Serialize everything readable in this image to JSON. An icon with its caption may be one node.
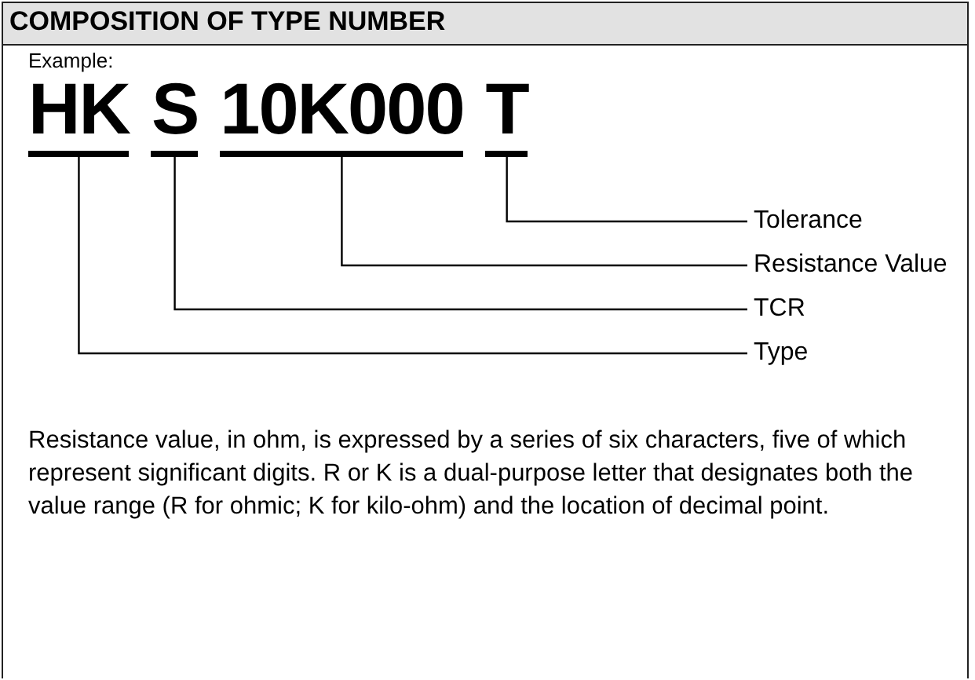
{
  "diagram": {
    "title": "COMPOSITION OF TYPE NUMBER",
    "nodes": [
      {
        "text": [
          "HK"
        ]
      },
      {
        "text": [
          "S"
        ]
      },
      {
        "text": [
          "10K000"
        ]
      },
      {
        "text": [
          "T"
        ]
      },
      {
        "text": [
          "Tolerance"
        ]
      },
      {
        "text": [
          "Resistance Value"
        ]
      },
      {
        "text": [
          "TCR"
        ]
      },
      {
        "text": [
          "Type"
        ]
      }
    ],
    "edges": [
      {
        "from": 3,
        "to": 4,
        "arrow": "none"
      },
      {
        "from": 2,
        "to": 5,
        "arrow": "none"
      },
      {
        "from": 1,
        "to": 6,
        "arrow": "none"
      },
      {
        "from": 0,
        "to": 7,
        "arrow": "none"
      }
    ],
    "labels": [
      "Example:",
      "Resistance value, in ohm, is expressed by a series of six characters, five of which represent significant digits. R or K is a dual-purpose letter that designates both the value range (R for ohmic; K for kilo-ohm) and the location of decimal point."
    ]
  }
}
